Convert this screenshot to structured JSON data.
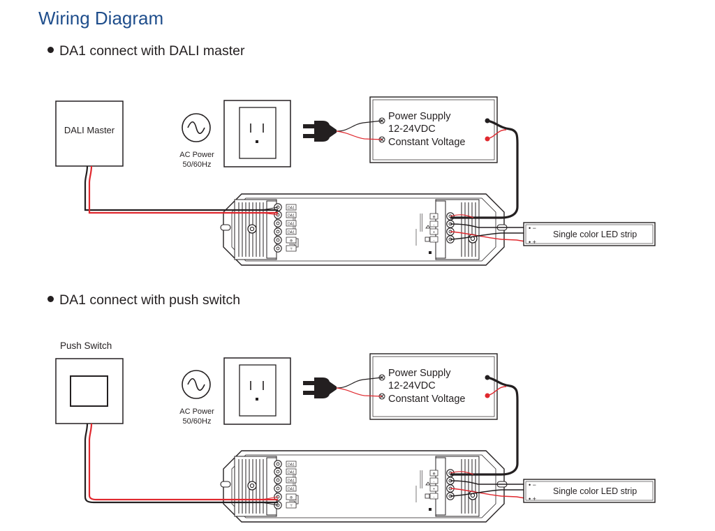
{
  "title": "Wiring Diagram",
  "sections": [
    {
      "heading": "DA1 connect with DALI master",
      "controller_label": "DALI Master",
      "ac_power_line1": "AC Power",
      "ac_power_line2": "50/60Hz",
      "psu_line1": "Power Supply",
      "psu_line2": "12-24VDC",
      "psu_line3": "Constant Voltage",
      "led_label": "Single color LED strip",
      "terminals_left": [
        "DA1",
        "DA1",
        "DA1",
        "DA1",
        "⊕",
        "⊤"
      ],
      "terminals_right": [
        "⊕",
        "-",
        "+",
        "-"
      ]
    },
    {
      "heading": "DA1 connect with push switch",
      "controller_label": "Push Switch",
      "ac_power_line1": "AC Power",
      "ac_power_line2": "50/60Hz",
      "psu_line1": "Power Supply",
      "psu_line2": "12-24VDC",
      "psu_line3": "Constant Voltage",
      "led_label": "Single color LED strip",
      "terminals_left": [
        "DA1",
        "DA1",
        "DA1",
        "DA1",
        "⊕",
        "⊤"
      ],
      "terminals_right": [
        "⊕",
        "-",
        "+",
        "-"
      ]
    }
  ],
  "colors": {
    "title": "#1f4e8c",
    "wire_red": "#e0282e",
    "wire_black": "#231f20",
    "line": "#231f20"
  }
}
